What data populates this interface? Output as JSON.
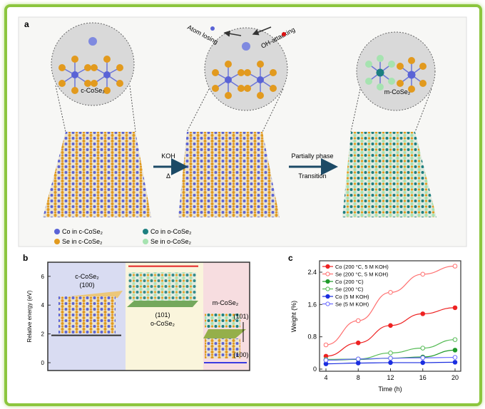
{
  "panel_a": {
    "label": "a",
    "circle_left_label": "c-CoSe₂",
    "circle_right_label": "m-CoSe₂",
    "atom_losing": "Atom losing",
    "oh_attacking": "OH-attacking",
    "arrow1_top": "KOH",
    "arrow1_bottom": "Δ",
    "arrow2_top": "Partially phase",
    "arrow2_bottom": "Transition",
    "legend": [
      {
        "label": "Co in c-CoSe₂",
        "color": "#5a63d6"
      },
      {
        "label": "Se in c-CoSe₂",
        "color": "#e29a1e"
      },
      {
        "label": "Co in o-CoSe₂",
        "color": "#1d7f80"
      },
      {
        "label": "Se in o-CoSe₂",
        "color": "#a6e3b0"
      }
    ]
  },
  "panel_b": {
    "label": "b",
    "ylabel": "Relative energy (eV)",
    "yticks": [
      "0",
      "2",
      "4",
      "6"
    ],
    "c_name": "c-CoSe₂",
    "c_facet": "(100)",
    "o_facet": "(101)",
    "o_name": "o-CoSe₂",
    "m_name": "m-CoSe₂",
    "m_facet_top": "(101)",
    "m_facet_bottom": "(100)",
    "levels": {
      "c": 1.9,
      "o": 6.7,
      "m": 0
    }
  },
  "chart_data": {
    "type": "line",
    "label": "c",
    "xlabel": "Time (h)",
    "ylabel": "Weight (%)",
    "x": [
      4,
      8,
      12,
      16,
      20
    ],
    "xticks": [
      "4",
      "8",
      "12",
      "16",
      "20"
    ],
    "yticks": [
      "0",
      "0.8",
      "1.6",
      "2.4"
    ],
    "ylim": [
      0,
      2.7
    ],
    "xlim": [
      3,
      21
    ],
    "legend_position": "top-left",
    "series": [
      {
        "name": "Co (200 °C, 5 M KOH)",
        "color": "#ee2222",
        "filled": true,
        "values": [
          0.32,
          0.65,
          1.08,
          1.37,
          1.52
        ]
      },
      {
        "name": "Se (200 °C, 5 M KOH)",
        "color": "#ff7070",
        "filled": false,
        "values": [
          0.6,
          1.2,
          1.9,
          2.35,
          2.55
        ]
      },
      {
        "name": "Co (200 °C)",
        "color": "#1f9a2a",
        "filled": true,
        "values": [
          0.22,
          0.24,
          0.27,
          0.3,
          0.47
        ]
      },
      {
        "name": "Se (200 °C)",
        "color": "#55bb55",
        "filled": false,
        "values": [
          0.24,
          0.25,
          0.4,
          0.52,
          0.73
        ]
      },
      {
        "name": "Co (5 M KOH)",
        "color": "#1b2ee0",
        "filled": true,
        "values": [
          0.13,
          0.15,
          0.16,
          0.16,
          0.17
        ]
      },
      {
        "name": "Se (5 M KOH)",
        "color": "#6a6aff",
        "filled": false,
        "values": [
          0.22,
          0.25,
          0.27,
          0.28,
          0.29
        ]
      }
    ]
  }
}
